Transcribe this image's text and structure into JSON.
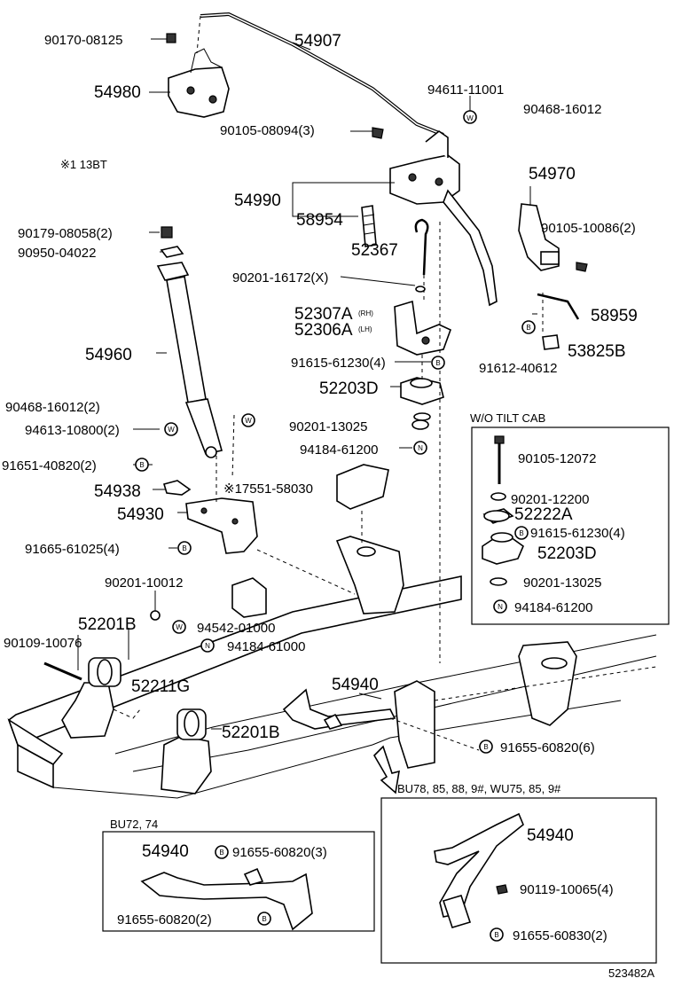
{
  "parts": {
    "p54907": "54907",
    "p90170": "90170-08125",
    "p54980": "54980",
    "p94611": "94611-11001",
    "p90468a": "90468-16012",
    "p90105a": "90105-08094(3)",
    "note1": "※1 13BT",
    "p54970": "54970",
    "p54990": "54990",
    "p58954": "58954",
    "p90105b": "90105-10086(2)",
    "p90179": "90179-08058(2)",
    "p52367": "52367",
    "p90950": "90950-04022",
    "p90201a": "90201-16172(X)",
    "p58959": "58959",
    "p52307A": "52307A",
    "p52307A_sub": "(RH)",
    "p52306A": "52306A",
    "p52306A_sub": "(LH)",
    "p53825B": "53825B",
    "p54960": "54960",
    "p91615a": "91615-61230(4)",
    "p91612": "91612-40612",
    "p52203Da": "52203D",
    "p90468b": "90468-16012(2)",
    "p90201b": "90201-13025",
    "p94613": "94613-10800(2)",
    "p94184a": "94184-61200",
    "p91651": "91651-40820(2)",
    "p17551": "※17551-58030",
    "p54938": "54938",
    "p54930": "54930",
    "p91665": "91665-61025(4)",
    "p90201c": "90201-10012",
    "p52201Ba": "52201B",
    "p94542": "94542-01000",
    "p90109": "90109-10076",
    "p94184b": "94184-61000",
    "p52211G": "52211G",
    "p54940a": "54940",
    "p52201Bb": "52201B",
    "p91655a": "91655-60820(6)"
  },
  "wo_tilt": {
    "title": "W/O TILT CAB",
    "p90105": "90105-12072",
    "p90201a": "90201-12200",
    "p52222A": "52222A",
    "p91615": "91615-61230(4)",
    "p52203D": "52203D",
    "p90201b": "90201-13025",
    "p94184": "94184-61200"
  },
  "bu72": {
    "title": "BU72, 74",
    "p54940": "54940",
    "p91655a": "91655-60820(3)",
    "p91655b": "91655-60820(2)"
  },
  "bu78": {
    "title": "BU78, 85, 88, 9#, WU75, 85, 9#",
    "p54940": "54940",
    "p90119": "90119-10065(4)",
    "p91655": "91655-60830(2)"
  },
  "symbols": {
    "washer": "W",
    "bolt": "B",
    "nut": "N"
  },
  "diagram_id": "523482A"
}
